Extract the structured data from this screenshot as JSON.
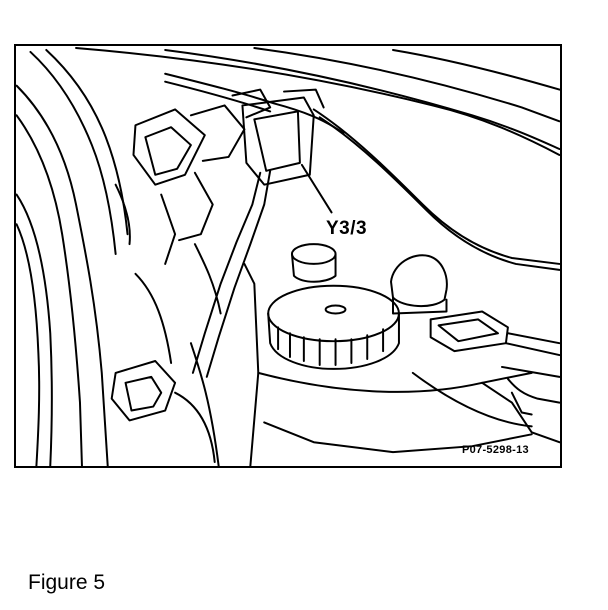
{
  "figure": {
    "component_label": "Y3/3",
    "reference_code": "P07-5298-13"
  },
  "caption": "Figure 5"
}
